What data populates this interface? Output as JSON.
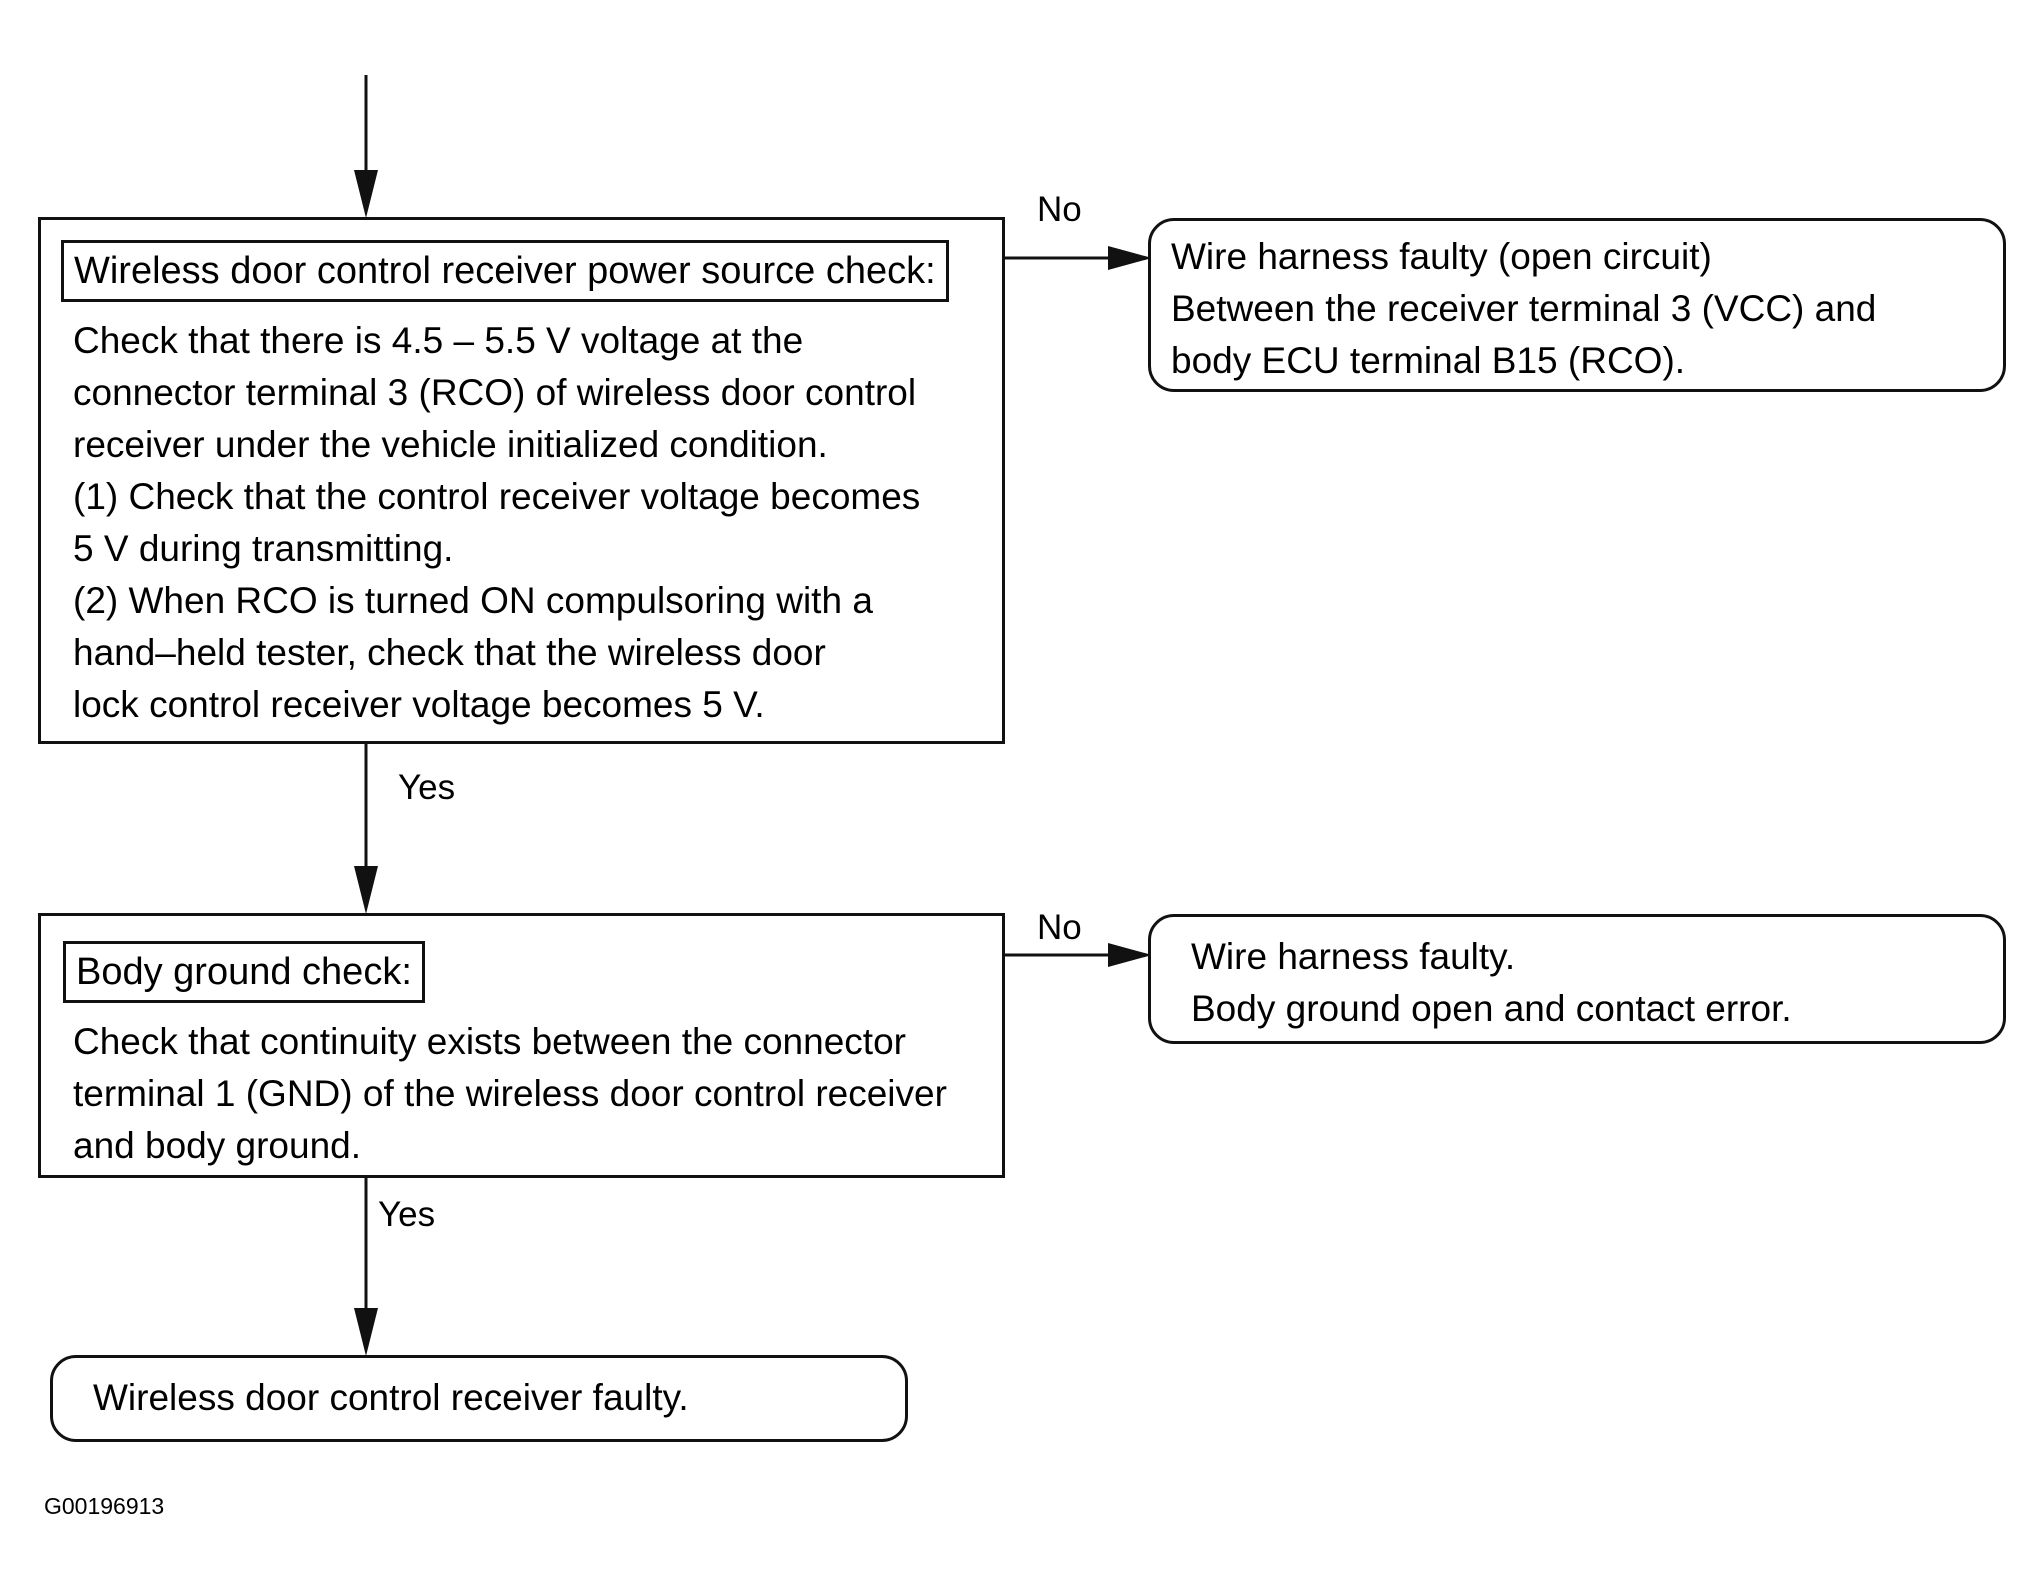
{
  "check1": {
    "title": "Wireless door control receiver power source check:",
    "lines": [
      "Check that there is 4.5 – 5.5 V voltage at the",
      "connector terminal 3 (RCO) of wireless door control",
      "receiver under the vehicle initialized condition.",
      "(1) Check that the control receiver voltage becomes",
      "5 V during transmitting.",
      "(2) When RCO is turned ON compulsoring with a",
      "hand–held tester, check that the wireless door",
      "lock control receiver voltage becomes 5 V."
    ]
  },
  "result1": {
    "lines": [
      "Wire harness faulty (open circuit)",
      "Between the receiver terminal 3 (VCC) and",
      "body ECU terminal B15 (RCO)."
    ]
  },
  "check2": {
    "title": "Body ground check:",
    "lines": [
      "Check that continuity exists between the connector",
      "terminal 1 (GND) of the wireless door control receiver",
      "and body ground."
    ]
  },
  "result2": {
    "lines": [
      "Wire harness faulty.",
      "Body ground open and contact error."
    ]
  },
  "result3": {
    "lines": [
      "Wireless door control receiver faulty."
    ]
  },
  "labels": {
    "no1": "No",
    "yes1": "Yes",
    "no2": "No",
    "yes2": "Yes"
  },
  "figure_id": "G00196913"
}
